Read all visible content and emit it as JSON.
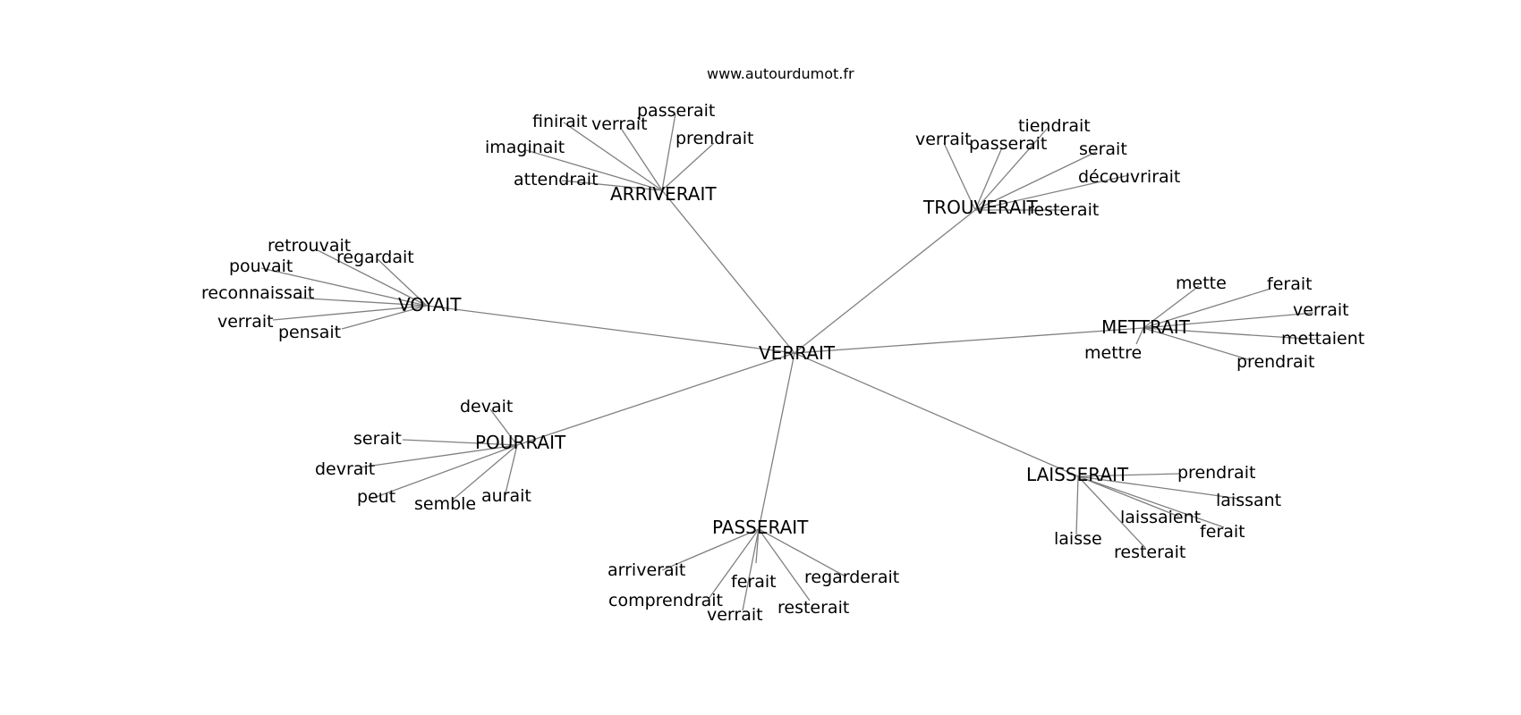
{
  "site": "www.autourdumot.fr",
  "colors": {
    "edge": "#808080",
    "text": "#000000",
    "background": "#ffffff"
  },
  "graph": {
    "root": "VERRAIT",
    "clusters": [
      {
        "hub": "ARRIVERAIT",
        "leaves": [
          "finirait",
          "verrait",
          "passerait",
          "prendrait",
          "imaginait",
          "attendrait"
        ]
      },
      {
        "hub": "TROUVERAIT",
        "leaves": [
          "verrait",
          "passerait",
          "tiendrait",
          "serait",
          "découvrirait",
          "resterait"
        ]
      },
      {
        "hub": "VOYAIT",
        "leaves": [
          "retrouvait",
          "regardait",
          "pouvait",
          "reconnaissait",
          "verrait",
          "pensait"
        ]
      },
      {
        "hub": "METTRAIT",
        "leaves": [
          "mette",
          "ferait",
          "verrait",
          "mettaient",
          "mettre",
          "prendrait"
        ]
      },
      {
        "hub": "POURRAIT",
        "leaves": [
          "devait",
          "serait",
          "devrait",
          "peut",
          "semble",
          "aurait"
        ]
      },
      {
        "hub": "LAISSERAIT",
        "leaves": [
          "prendrait",
          "laissant",
          "laissaient",
          "ferait",
          "laisse",
          "resterait"
        ]
      },
      {
        "hub": "PASSERAIT",
        "leaves": [
          "arriverait",
          "comprendrait",
          "ferait",
          "verrait",
          "regarderait",
          "resterait"
        ]
      }
    ]
  }
}
